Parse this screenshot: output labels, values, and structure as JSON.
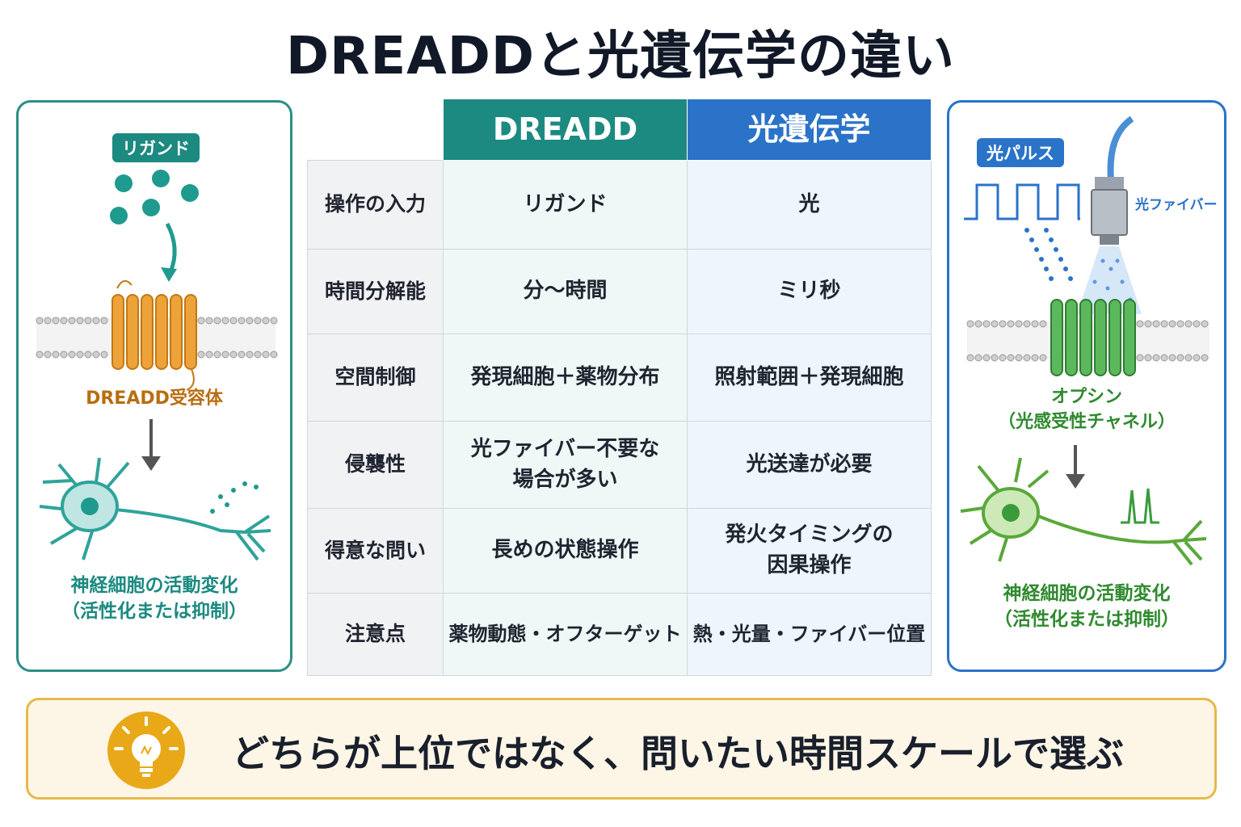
{
  "title": "DREADDと光遺伝学の違い",
  "left_panel": {
    "ligand_tag": "リガンド",
    "receptor_label": "DREADD受容体",
    "caption_line1": "神経細胞の活動変化",
    "caption_line2": "（活性化または抑制）"
  },
  "right_panel": {
    "pulse_tag": "光パルス",
    "fiber_label": "光ファイバー",
    "opsin_line1": "オプシン",
    "opsin_line2": "（光感受性チャネル）",
    "caption_line1": "神経細胞の活動変化",
    "caption_line2": "（活性化または抑制）"
  },
  "table": {
    "col_dreadd": "DREADD",
    "col_opto": "光遺伝学",
    "rows": [
      {
        "label": "操作の入力",
        "dreadd": "リガンド",
        "opto": "光"
      },
      {
        "label": "時間分解能",
        "dreadd": "分～時間",
        "opto": "ミリ秒"
      },
      {
        "label": "空間制御",
        "dreadd": "発現細胞＋薬物分布",
        "opto": "照射範囲＋発現細胞"
      },
      {
        "label": "侵襲性",
        "dreadd": "光ファイバー不要な\n場合が多い",
        "opto": "光送達が必要"
      },
      {
        "label": "得意な問い",
        "dreadd": "長めの状態操作",
        "opto": "発火タイミングの\n因果操作"
      },
      {
        "label": "注意点",
        "dreadd": "薬物動態・オフターゲット",
        "opto": "熱・光量・ファイバー位置"
      }
    ]
  },
  "bottom_message": "どちらが上位ではなく、問いたい時間スケールで選ぶ",
  "colors": {
    "dreadd_teal": "#1c8a80",
    "opto_blue": "#2a73c8",
    "receptor_orange": "#e89a2a",
    "opsin_green": "#4caf50",
    "bulb_yellow": "#e9a817"
  },
  "icons": [
    "ligand-dots",
    "receptor-icon",
    "neuron-icon",
    "light-pulse-icon",
    "fiber-icon",
    "opsin-icon",
    "lightbulb-icon"
  ]
}
